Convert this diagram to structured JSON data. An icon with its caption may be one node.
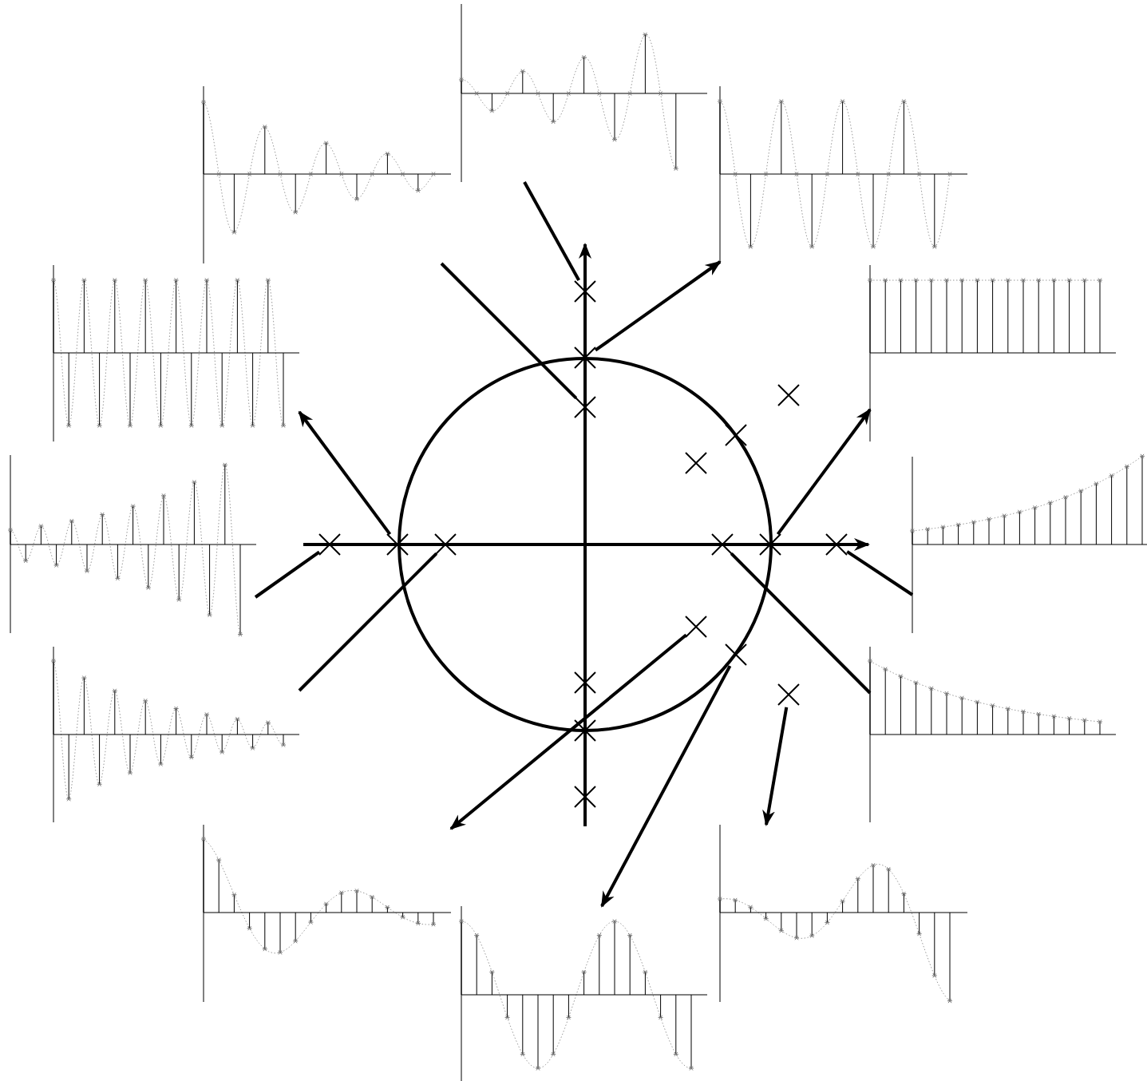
{
  "diagram": {
    "nodes": [
      {
        "text": [],
        "shape": "picture"
      },
      {
        "text": [],
        "shape": "picture"
      },
      {
        "text": [],
        "shape": "picture"
      },
      {
        "text": [],
        "shape": "picture"
      },
      {
        "text": [],
        "shape": "picture"
      },
      {
        "text": [],
        "shape": "picture"
      },
      {
        "text": [],
        "shape": "picture"
      },
      {
        "text": [],
        "shape": "picture"
      },
      {
        "text": [],
        "shape": "picture"
      },
      {
        "text": [],
        "shape": "picture"
      },
      {
        "text": [],
        "shape": "picture"
      },
      {
        "text": [],
        "shape": "picture"
      },
      {
        "text": [],
        "shape": "cross"
      },
      {
        "text": [],
        "shape": "cross"
      },
      {
        "text": [],
        "shape": "cross"
      },
      {
        "text": [],
        "shape": "cross"
      },
      {
        "text": [],
        "shape": "cross"
      },
      {
        "text": [],
        "shape": "cross"
      },
      {
        "text": [],
        "shape": "cross"
      },
      {
        "text": [],
        "shape": "cross"
      },
      {
        "text": [],
        "shape": "cross"
      },
      {
        "text": [],
        "shape": "cross"
      },
      {
        "text": [],
        "shape": "cross"
      },
      {
        "text": [],
        "shape": "cross"
      },
      {
        "text": [],
        "shape": "cross"
      },
      {
        "text": [],
        "shape": "cross"
      },
      {
        "text": [],
        "shape": "cross"
      },
      {
        "text": [],
        "shape": "cross"
      },
      {
        "text": [],
        "shape": "cross"
      },
      {
        "text": [],
        "shape": "cross"
      }
    ],
    "edges": [
      {
        "from": 12,
        "to": 0,
        "arrow": "none"
      },
      {
        "from": 15,
        "to": 1,
        "arrow": "none"
      },
      {
        "from": 13,
        "to": 2,
        "arrow": "to"
      },
      {
        "from": 22,
        "to": 4,
        "arrow": "to"
      },
      {
        "from": 21,
        "to": 8,
        "arrow": "none"
      },
      {
        "from": 23,
        "to": 6,
        "arrow": "none"
      },
      {
        "from": 19,
        "to": 3,
        "arrow": "to"
      },
      {
        "from": 18,
        "to": 5,
        "arrow": "none"
      },
      {
        "from": 20,
        "to": 7,
        "arrow": "none"
      },
      {
        "from": 24,
        "to": 9,
        "arrow": "to"
      },
      {
        "from": 25,
        "to": 11,
        "arrow": "to"
      },
      {
        "from": 27,
        "to": 10,
        "arrow": "to"
      }
    ]
  }
}
